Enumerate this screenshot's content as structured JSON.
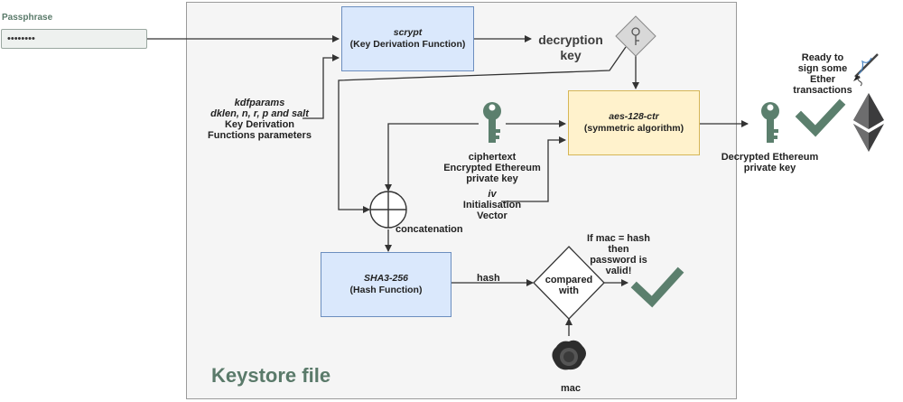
{
  "passphrase": {
    "label": "Passphrase",
    "value": "••••••••"
  },
  "panel": {
    "title": "Keystore file"
  },
  "scrypt": {
    "name": "scrypt",
    "desc": "(Key Derivation Function)"
  },
  "decryption_key": {
    "line1": "decryption",
    "line2": "key"
  },
  "kdfparams": {
    "line1": "kdfparams",
    "line2": "dklen, n, r, p and salt",
    "line3": "Key Derivation",
    "line4": "Functions parameters"
  },
  "aes": {
    "name": "aes-128-ctr",
    "desc": "(symmetric algorithm)"
  },
  "ciphertext": {
    "line1": "ciphertext",
    "line2": "Encrypted Ethereum",
    "line3": "private key"
  },
  "iv": {
    "line1": "iv",
    "line2": "Initialisation",
    "line3": "Vector"
  },
  "concatenation": {
    "label": "concatenation"
  },
  "sha": {
    "name": "SHA3-256",
    "desc": "(Hash Function)"
  },
  "hash": {
    "label": "hash"
  },
  "compare": {
    "line1": "compared",
    "line2": "with"
  },
  "mac": {
    "label": "mac"
  },
  "valid_note": {
    "line1": "If mac = hash",
    "line2": "then",
    "line3": "password is",
    "line4": "valid!"
  },
  "decrypted": {
    "line1": "Decrypted Ethereum",
    "line2": "private key"
  },
  "ready": {
    "line1": "Ready to",
    "line2": "sign some",
    "line3": "Ether",
    "line4": "transactions"
  },
  "colors": {
    "key_icon": "#5b7f6d",
    "check": "#5b7f6d",
    "blue_box": "#dae8fc",
    "yellow_box": "#fff2cc",
    "ether": "#3c3c3d"
  }
}
